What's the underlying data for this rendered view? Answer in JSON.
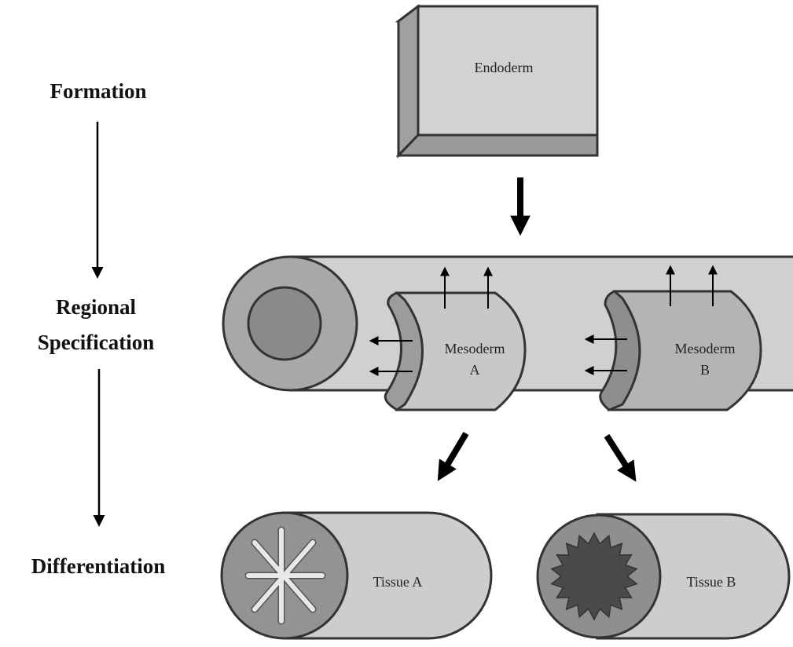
{
  "diagram": {
    "stages": [
      {
        "label_lines": [
          "Formation"
        ]
      },
      {
        "label_lines": [
          "Regional",
          "Specification"
        ]
      },
      {
        "label_lines": [
          "Differentiation"
        ]
      }
    ],
    "endoderm_label": "Endoderm",
    "mesoderm_a_label": [
      "Mesoderm",
      "A"
    ],
    "mesoderm_b_label": [
      "Mesoderm",
      "B"
    ],
    "tissue_a_label": "Tissue A",
    "tissue_b_label": "Tissue B",
    "colors": {
      "light_fill": "#cfcfcf",
      "mid_fill": "#a9a9a9",
      "dark_fill": "#8a8a8a",
      "darkest_fill": "#4a4a4a",
      "outline": "#333333",
      "arrow": "#000000",
      "star_fill": "#e6e6e6"
    }
  }
}
